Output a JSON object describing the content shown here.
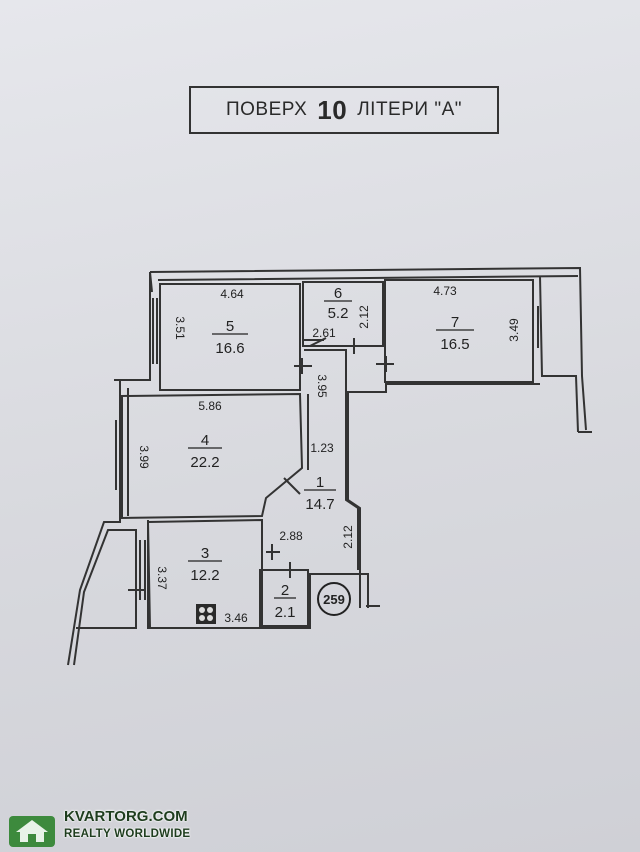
{
  "title": {
    "prefix": "ПОВЕРХ",
    "floor_number": "10",
    "suffix": "ЛІТЕРИ \"А\""
  },
  "rooms": [
    {
      "id": "1",
      "area": "14.7"
    },
    {
      "id": "2",
      "area": "2.1"
    },
    {
      "id": "3",
      "area": "12.2"
    },
    {
      "id": "4",
      "area": "22.2"
    },
    {
      "id": "5",
      "area": "16.6"
    },
    {
      "id": "6",
      "area": "5.2"
    },
    {
      "id": "7",
      "area": "16.5"
    }
  ],
  "dimensions": {
    "room5_width": "4.64",
    "room5_depth": "3.51",
    "room6_depth": "2.12",
    "room6_width": "2.61",
    "room7_width": "4.73",
    "room7_depth": "3.49",
    "room4_width": "5.86",
    "room4_depth": "3.99",
    "corridor_length": "3.95",
    "corridor_width": "1.23",
    "hall_length": "2.12",
    "hall_width": "2.88",
    "room3_depth": "3.37",
    "room3_width": "3.46"
  },
  "apartment_number": "259",
  "watermark": {
    "name": "KVARTORG.COM",
    "tagline": "REALTY WORLDWIDE"
  },
  "colors": {
    "paper": "#e2e3e8",
    "line": "#333333",
    "watermark": "#2f6b2f"
  }
}
